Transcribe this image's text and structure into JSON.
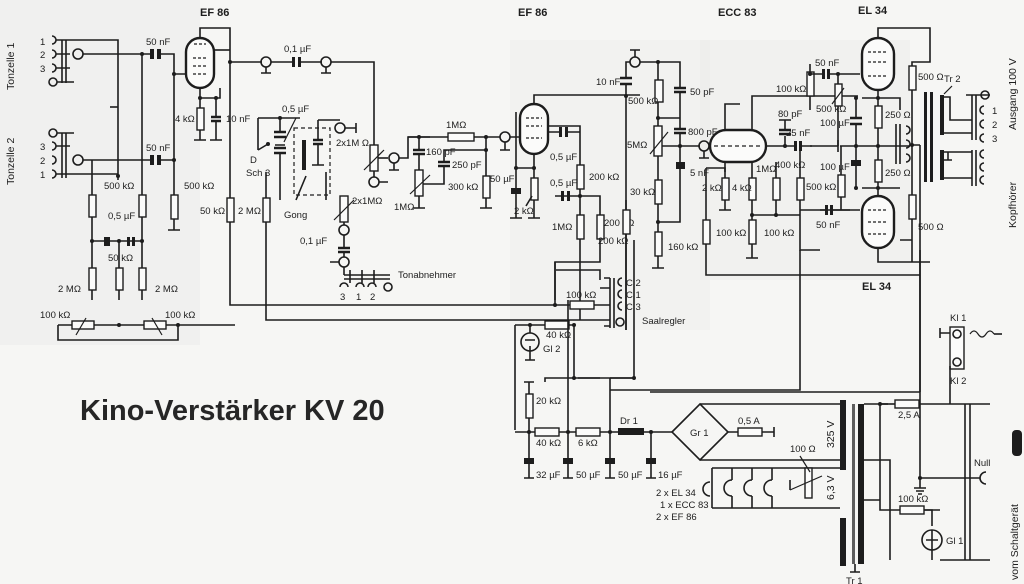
{
  "title": "Kino-Verstärker KV 20",
  "tubes": {
    "v1": "EF 86",
    "v2": "EF 86",
    "v3": "ECC 83",
    "v4_top": "EL 34",
    "v4_bottom": "EL 34"
  },
  "inputs": {
    "tonzelle1": {
      "label": "Tonzelle 1",
      "pins": [
        "1",
        "2",
        "3"
      ]
    },
    "tonzelle2": {
      "label": "Tonzelle 2",
      "pins": [
        "3",
        "2",
        "1"
      ]
    },
    "tonabnehmer": {
      "label": "Tonabnehmer",
      "pins": [
        "3",
        "1",
        "2"
      ]
    }
  },
  "outputs": {
    "ausgang": {
      "label": "Ausgang 100 V",
      "pins": [
        "1",
        "2",
        "3"
      ]
    },
    "kopfhoerer": {
      "label": "Kopfhörer"
    },
    "null": "Null",
    "schaltgeraet": "vom Schaltgerät"
  },
  "switches": {
    "sch3": "Sch 3",
    "sch3_pos": "D",
    "gong": "Gong",
    "saalregler": {
      "label": "Saalregler",
      "pins": [
        "C 2",
        "C 1",
        "C 3"
      ]
    }
  },
  "components": {
    "in_caps": [
      "50 nF",
      "50 nF"
    ],
    "mix_res": [
      "500 kΩ",
      "500 kΩ"
    ],
    "mix_cap": "0,5 µF",
    "mix_center": "50 kΩ",
    "mix_2m": [
      "2 MΩ",
      "2 MΩ"
    ],
    "mix_pots": [
      "100 kΩ",
      "100 kΩ"
    ],
    "v1_cathode": "4 kΩ",
    "v1_screen_cap": "10 nF",
    "v1_grid_res": "500 kΩ",
    "v1_plate": "50 kΩ",
    "v1_screen": "2 MΩ",
    "coupling1": "0,1 µF",
    "gong_cap": "0,5 µF",
    "dual_pot_a": "2x1M Ω",
    "dual_pot_b": "2x1MΩ",
    "tonab_cap": "0,1 µF",
    "tone_pot": "1MΩ",
    "tone_res": "1MΩ",
    "tone_c1": "160 pF",
    "tone_c2": "250 pF",
    "v2_grid": "300 kΩ",
    "v2_cath_cap": "50 µF",
    "v2_cath_res": "2 kΩ",
    "v2_caps": [
      "0,5 µF",
      "0,5 µF"
    ],
    "v2_plate": "200 kΩ",
    "v2_screen": "1MΩ",
    "v2_r200": "200 kΩ",
    "nfb_cap": "10 nF",
    "tone2_res": "500 kΩ",
    "tone2_pot": "5MΩ",
    "tone2_r30": "30 kΩ",
    "tone2_r160": "160 kΩ",
    "tone2_c50": "50 pF",
    "tone2_c800": "800 pF",
    "tone2_c5n": "5 nF",
    "ecc_2k": "2 kΩ",
    "ecc_4k": "4 kΩ",
    "ecc_1m": "1MΩ",
    "ecc_400k": "400 kΩ",
    "ecc_500k": "500 kΩ",
    "ecc_100k_a": "100 kΩ",
    "ecc_100k_b": "100 kΩ",
    "ecc_100k_top": "100 kΩ",
    "ecc_80p": "80 pF",
    "ecc_25n": "25 nF",
    "pi_50n_top": "50 nF",
    "pi_500k_pot": "500 kΩ",
    "pi_100u_a": "100 µF",
    "pi_100u_b": "100 µF",
    "pi_50n_bot": "50 nF",
    "pi_500k_bot": "500 kΩ",
    "el_250_a": "250 Ω",
    "el_250_b": "250 Ω",
    "el_500_a": "500 Ω",
    "el_500_b": "500 Ω",
    "tr2": "Tr 2",
    "saal_100k": "100 kΩ",
    "gl2_res": "40 kΩ",
    "gl2": "Gl 2",
    "ps_20k": "20 kΩ",
    "ps_40k": "40 kΩ",
    "ps_6k": "6 kΩ",
    "dr1": "Dr 1",
    "gr1": "Gr 1",
    "fuse1": "0,5 A",
    "fuse2": "2,5 A",
    "ps_c32": "32 µF",
    "ps_c50a": "50 µF",
    "ps_c50b": "50 µF",
    "ps_c16": "16 µF",
    "heater_list": [
      "2 x EL 34",
      "1 x ECC 83",
      "2 x EF 86"
    ],
    "hum_pot": "100 Ω",
    "tr1_hv": "325 V",
    "tr1_lv": "6,3 V",
    "tr1": "Tr 1",
    "gl1_res": "100 kΩ",
    "gl1": "Gl 1",
    "kl1": "Kl 1",
    "kl2": "Kl 2"
  }
}
